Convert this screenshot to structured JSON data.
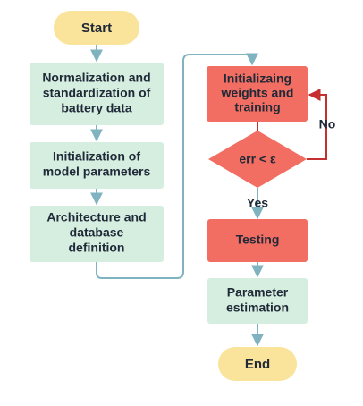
{
  "colors": {
    "terminal": "#fae39a",
    "process": "#d6eee0",
    "highlight": "#f26e62",
    "loop": "#c62f2f",
    "arrow": "#7fb3c0",
    "text": "#1f2937",
    "background": "#ffffff"
  },
  "nodes": {
    "start": {
      "label": "Start"
    },
    "normalization": {
      "lines": [
        "Normalization and",
        "standardization of",
        "battery data"
      ]
    },
    "init_params": {
      "lines": [
        "Initialization of",
        "model parameters"
      ]
    },
    "architecture": {
      "lines": [
        "Architecture and",
        "database",
        "definition"
      ]
    },
    "init_weights": {
      "lines": [
        "Initializaing",
        "weights and",
        "training"
      ]
    },
    "decision": {
      "label": "err < ε"
    },
    "testing": {
      "label": "Testing"
    },
    "param_estimation": {
      "lines": [
        "Parameter",
        "estimation"
      ]
    },
    "end": {
      "label": "End"
    }
  },
  "edges": {
    "no_label": "No",
    "yes_label": "Yes"
  }
}
